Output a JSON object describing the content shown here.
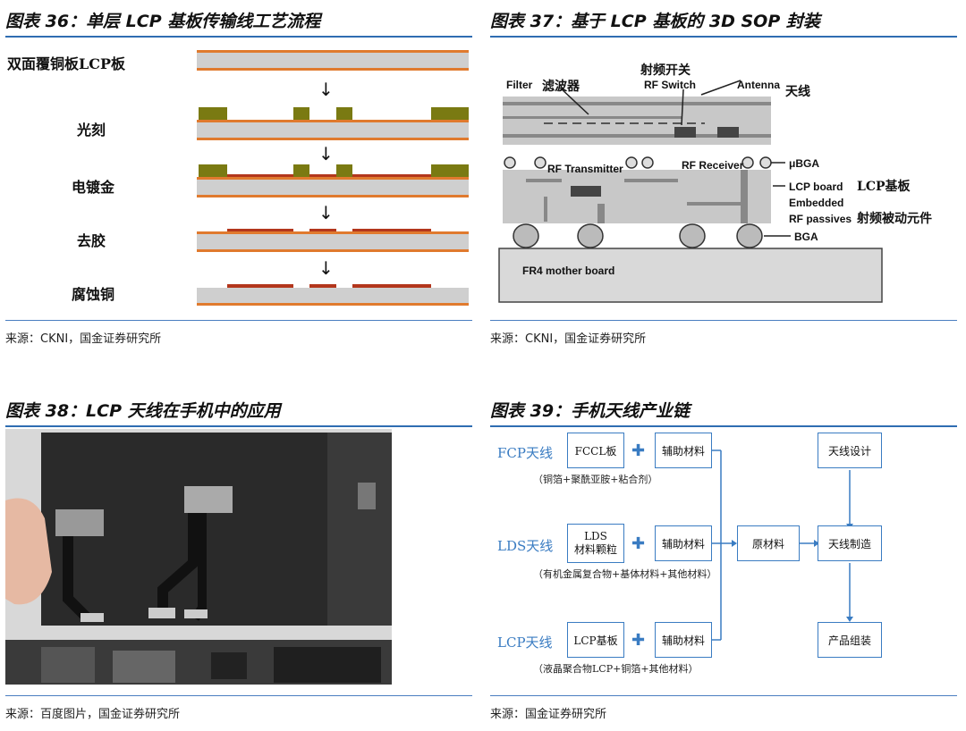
{
  "panel36": {
    "title": "图表 36：单层 LCP 基板传输线工艺流程",
    "steps": [
      "双面覆铜板LCP板",
      "光刻",
      "电镀金",
      "去胶",
      "腐蚀铜"
    ],
    "source": "来源：CKNI，国金证券研究所"
  },
  "panel37": {
    "title": "图表 37：基于 LCP 基板的 3D SOP 封装",
    "labels": {
      "filter": "Filter",
      "filter_cn": "滤波器",
      "rf_switch_cn": "射频开关",
      "rf_switch": "RF Switch",
      "antenna": "Antenna",
      "antenna_cn": "天线",
      "rf_transmitter": "RF Transmitter",
      "rf_receiver": "RF Receiver",
      "ubga": "μBGA",
      "lcp_board": "LCP board",
      "lcp_board_cn": "LCP基板",
      "embedded": "Embedded",
      "rf_passives": "RF passives",
      "rf_passives_cn": "射频被动元件",
      "bga": "BGA",
      "fr4": "FR4 mother board"
    },
    "source": "来源：CKNI，国金证券研究所"
  },
  "panel38": {
    "title": "图表 38：LCP 天线在手机中的应用",
    "source": "来源：百度图片，国金证券研究所"
  },
  "panel39": {
    "title": "图表 39：手机天线产业链",
    "rows": [
      {
        "label": "FCP天线",
        "box": "FCCL板",
        "aux": "辅助材料",
        "note": "（铜箔+聚酰亚胺+粘合剂）"
      },
      {
        "label": "LDS天线",
        "box": "LDS\n材料颗粒",
        "aux": "辅助材料",
        "note": "（有机金属复合物+基体材料+其他材料）"
      },
      {
        "label": "LCP天线",
        "box": "LCP基板",
        "aux": "辅助材料",
        "note": "（液晶聚合物LCP+铜箔+其他材料）"
      }
    ],
    "raw": "原材料",
    "design": "天线设计",
    "make": "天线制造",
    "assembly": "产品组装",
    "source": "来源：国金证券研究所"
  },
  "colors": {
    "accent": "#2f6db2",
    "copper": "#e07a2e",
    "gold": "#7a7a12",
    "substrate": "#cfcfcf"
  }
}
